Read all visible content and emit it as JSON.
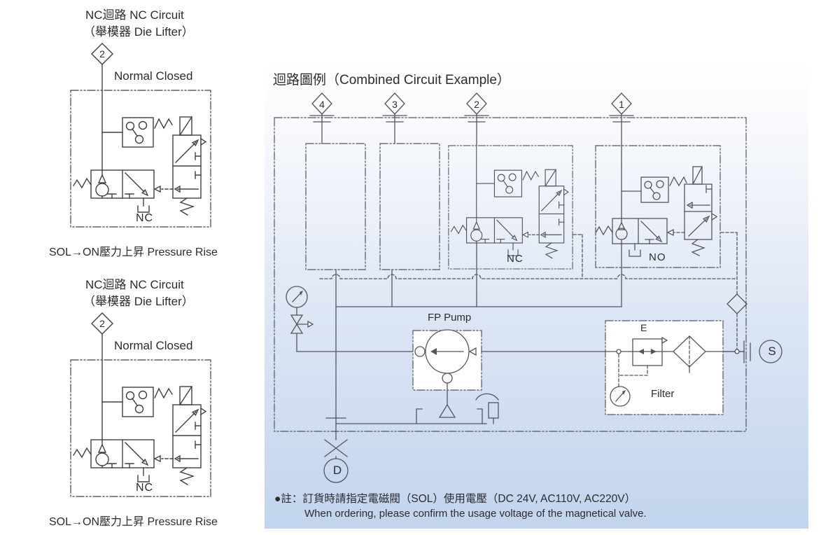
{
  "left_panel": {
    "blocks": [
      {
        "title": "NC迴路  NC Circuit",
        "subtitle": "（舉模器  Die Lifter）",
        "diamond_number": "2",
        "mode_label": "Normal Closed",
        "valve_label": "NC",
        "caption": "SOL→ON壓力上昇  Pressure Rise"
      },
      {
        "title": "NC迴路  NC Circuit",
        "subtitle": "（舉模器  Die Lifter）",
        "diamond_number": "2",
        "mode_label": "Normal Closed",
        "valve_label": "NC",
        "caption": "SOL→ON壓力上昇  Pressure Rise"
      }
    ]
  },
  "combined_panel": {
    "title": "迴路圖例（Combined Circuit Example）",
    "diamond_numbers": [
      "4",
      "3",
      "2",
      "1"
    ],
    "labels": {
      "nc": "NC",
      "no": "NO",
      "pump": "FP Pump",
      "regulator": "E",
      "filter": "Filter",
      "supply_port": "S",
      "drain_port": "D"
    },
    "note_line1": "●註：訂貨時請指定電磁閥（SOL）使用電壓（DC 24V, AC110V, AC220V）",
    "note_line2": "When ordering, please confirm the usage voltage of the magnetical valve.",
    "colors": {
      "panel_top": "#ffffff",
      "panel_bottom": "#c2d4ee",
      "line": "#53565d"
    }
  }
}
